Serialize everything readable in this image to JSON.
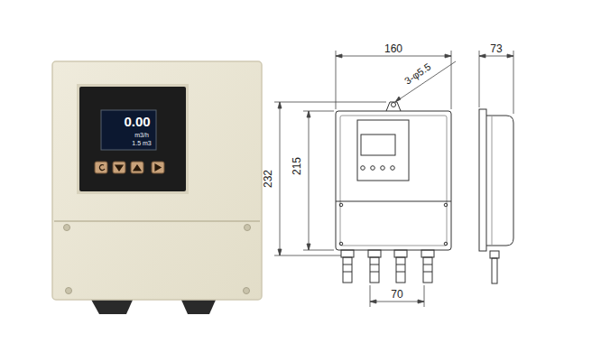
{
  "diagram": {
    "labels": [
      "0.00",
      "m3/h",
      "1.5 m3",
      "160",
      "73",
      "3-φ5.5",
      "232",
      "215",
      "70"
    ]
  }
}
